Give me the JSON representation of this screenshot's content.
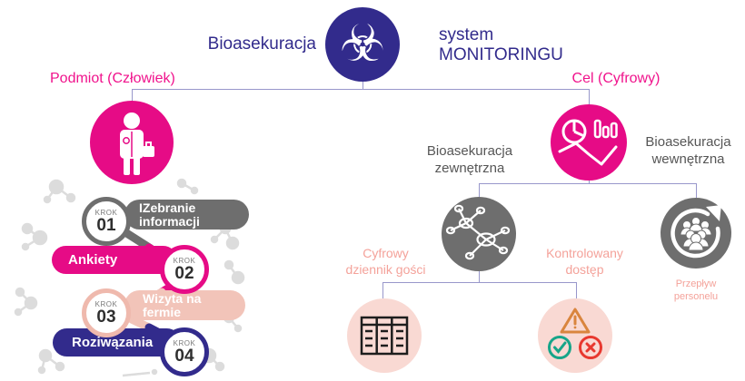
{
  "header": {
    "left_title": "Bioasekuracja",
    "right_title_line1": "system",
    "right_title_line2": "MONITORINGU",
    "biohazard_glyph": "☣"
  },
  "branch_labels": {
    "left": "Podmiot (Człowiek)",
    "right": "Cel (Cyfrowy)"
  },
  "right_section": {
    "external": {
      "line1": "Bioasekuracja",
      "line2": "zewnętrzna"
    },
    "internal": {
      "line1": "Bioasekuracja",
      "line2": "wewnętrzna"
    },
    "guest_log": {
      "line1": "Cyfrowy",
      "line2": "dziennik gości"
    },
    "controlled_access": {
      "line1": "Kontrolowany",
      "line2": "dostęp"
    },
    "personnel_flow": {
      "line1": "Przepływ",
      "line2": "personelu"
    }
  },
  "steps": [
    {
      "step_word": "KROK",
      "number": "01",
      "line1": "IZebranie",
      "line2": "informacji"
    },
    {
      "step_word": "KROK",
      "number": "02",
      "line1": "Ankiety"
    },
    {
      "step_word": "KROK",
      "number": "03",
      "line1": "Wizyta na",
      "line2": "fermie"
    },
    {
      "step_word": "KROK",
      "number": "04",
      "line1": "Roziwązania"
    }
  ],
  "icons": {
    "root": "biohazard-icon",
    "human_branch": "doctor-person-icon",
    "digital_branch": "analytics-charts-icon",
    "external_node": "network-molecule-icon",
    "internal_node": "personnel-cycle-icon",
    "guest_log_node": "table-ledger-icon",
    "access_node": "warning-check-cross-icon"
  },
  "colors": {
    "indigo": "#322b8c",
    "magenta": "#e60b86",
    "pink_text": "#f0138c",
    "gray": "#6e6e6e",
    "gray_text": "#565656",
    "salmon_fill": "#f2c4b9",
    "salmon_text": "#f4a29a",
    "blush_fill": "#f9d9d3",
    "connector": "#9897cb",
    "warning_orange": "#d9853e",
    "check_teal": "#17a589",
    "cross_red": "#e8382f"
  }
}
